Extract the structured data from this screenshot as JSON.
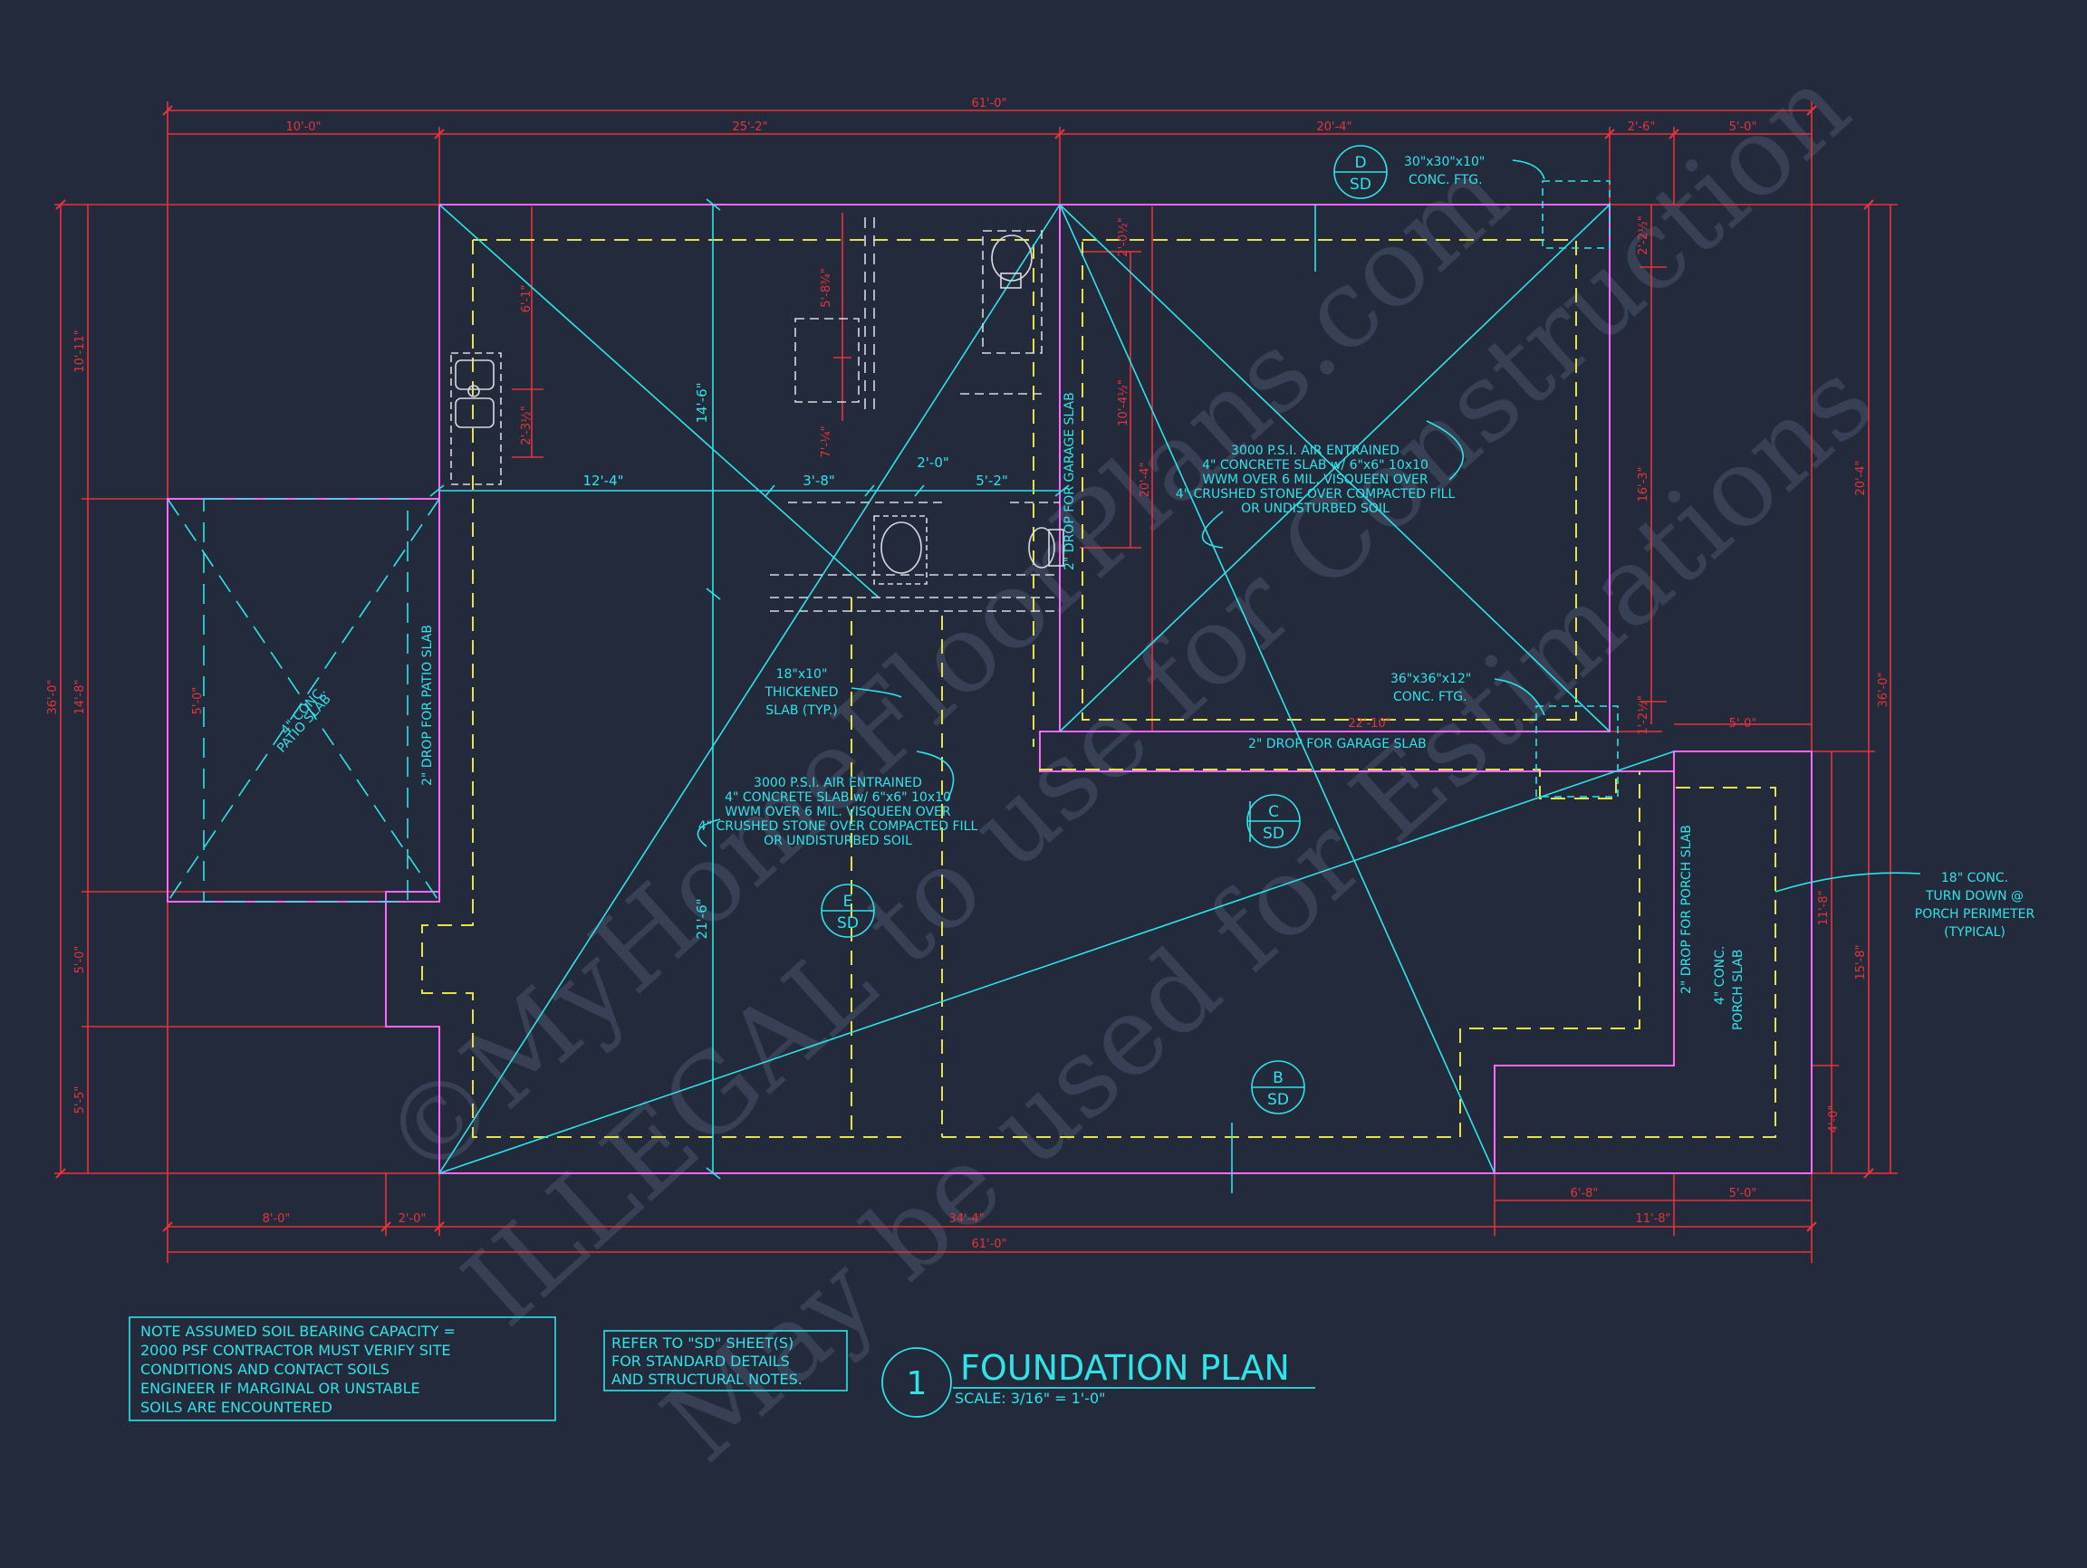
{
  "title": {
    "number": "1",
    "name": "FOUNDATION PLAN",
    "scale": "SCALE: 3/16\" = 1'-0\""
  },
  "notes": {
    "soil": [
      "NOTE ASSUMED SOIL BEARING CAPACITY =",
      "2000 PSF CONTRACTOR MUST VERIFY SITE",
      "CONDITIONS AND CONTACT SOILS",
      "ENGINEER IF MARGINAL OR UNSTABLE",
      "SOILS ARE ENCOUNTERED"
    ],
    "refer": [
      "REFER TO \"SD\" SHEET(S)",
      "FOR STANDARD DETAILS",
      "AND STRUCTURAL NOTES."
    ]
  },
  "watermark": [
    "©MyHomeFloorPlans.com",
    "ILLEGAL to use for Construction",
    "May be used for Estimations"
  ],
  "dims": {
    "top_overall": "61'-0\"",
    "top_1": "10'-0\"",
    "top_2": "25'-2\"",
    "top_3": "20'-4\"",
    "top_4": "2'-6\"",
    "top_5": "5'-0\"",
    "bot_overall": "61'-0\"",
    "bot_1": "8'-0\"",
    "bot_2": "2'-0\"",
    "bot_3": "34'-4\"",
    "bot_4": "11'-8\"",
    "bot_5": "6'-8\"",
    "bot_6": "5'-0\"",
    "left_overall": "36'-0\"",
    "left_1": "10'-11\"",
    "left_2": "14'-8\"",
    "left_3": "5'-0\"",
    "left_4": "5'-5\"",
    "right_overall": "36'-0\"",
    "right_1": "20'-4\"",
    "right_2": "15'-8\"",
    "right_3": "11'-8\"",
    "right_4": "4'-0\"",
    "right_garage": "16'-3\"",
    "right_garage_top": "2'-2½\"",
    "right_garage_bot": "1'-2½\"",
    "garage_right_5": "5'-0\"",
    "garage_width": "22'-10\"",
    "garage_height": "20'-4\"",
    "garage_inner": "10'-4½\"",
    "garage_top_small": "2'-0½\"",
    "patio": "5'-0\"",
    "int_144": "14'-6\"",
    "int_216": "21'-6\"",
    "int_124": "12'-4\"",
    "int_38": "3'-8\"",
    "int_20": "2'-0\"",
    "int_52": "5'-2\"",
    "int_61": "6'-1\"",
    "int_234": "2'-3½\"",
    "int_583": "5'-8¾\"",
    "int_714": "7'-¼\""
  },
  "labels": {
    "footing_30_a": "30\"x30\"x10\"",
    "footing_30_b": "CONC. FTG.",
    "footing_36_a": "36\"x36\"x12\"",
    "footing_36_b": "CONC. FTG.",
    "thick_a": "18\"x10\"",
    "thick_b": "THICKENED",
    "thick_c": "SLAB (TYP.)",
    "drop_garage_v": "2\" DROP FOR GARAGE SLAB",
    "drop_garage_h": "2\" DROP FOR GARAGE SLAB",
    "drop_patio": "2\" DROP FOR PATIO SLAB",
    "drop_porch": "2\" DROP FOR PORCH SLAB",
    "patio_a": "4\" CONC.",
    "patio_b": "PATIO SLAB",
    "porch_a": "4\" CONC.",
    "porch_b": "PORCH SLAB",
    "turndown": [
      "18\" CONC.",
      "TURN DOWN @",
      "PORCH PERIMETER",
      "(TYPICAL)"
    ],
    "slab_spec_garage": [
      "3000 P.S.I. AIR ENTRAINED",
      "4\" CONCRETE SLAB w/ 6\"x6\" 10x10",
      "WWM OVER 6 MIL. VISQUEEN OVER",
      "4\" CRUSHED STONE OVER COMPACTED FILL",
      "OR UNDISTURBED SOIL"
    ],
    "slab_spec_house": [
      "3000 P.S.I. AIR ENTRAINED",
      "4\" CONCRETE SLAB w/ 6\"x6\" 10x10",
      "WWM OVER 6 MIL. VISQUEEN OVER",
      "4\" CRUSHED STONE OVER COMPACTED FILL",
      "OR UNDISTURBED SOIL"
    ]
  },
  "sections": [
    {
      "letter": "D",
      "sheet": "SD"
    },
    {
      "letter": "C",
      "sheet": "SD"
    },
    {
      "letter": "E",
      "sheet": "SD"
    },
    {
      "letter": "B",
      "sheet": "SD"
    }
  ],
  "colors": {
    "background": "#232a3b",
    "dimension": "#e8333a",
    "annotation": "#2fe3e8",
    "slab_edge": "#ff66ff",
    "footing_dash": "#e6e04a",
    "fixture": "#d8d8e0"
  }
}
